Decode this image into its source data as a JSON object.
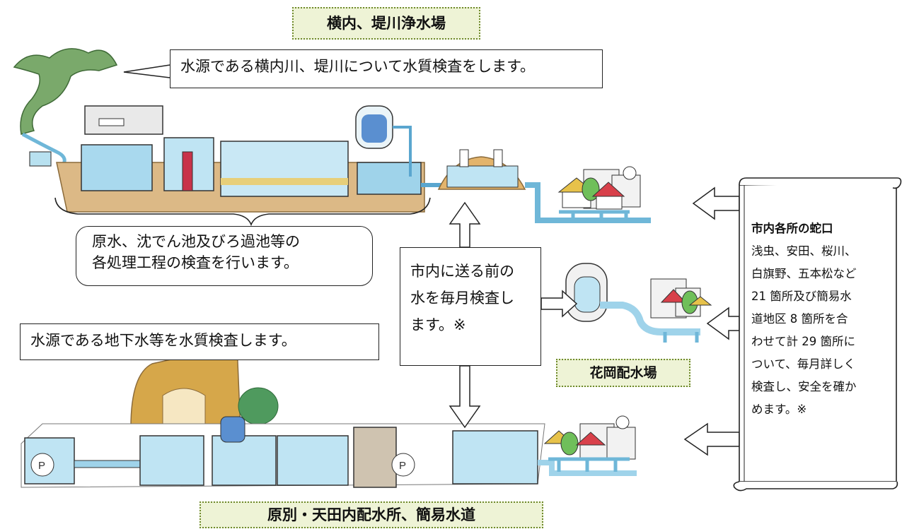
{
  "titles": {
    "top_plant": "横内、堤川浄水場",
    "distribution": "花岡配水場",
    "bottom_plant": "原別・天田内配水所、簡易水道"
  },
  "callouts": {
    "source_river": "水源である横内川、堤川について水質検査をします。",
    "process_line1": "原水、沈でん池及びろ過池等の",
    "process_line2": "各処理工程の検査を行います。",
    "monthly_line1": "市内に送る前の",
    "monthly_line2": "水を毎月検査し",
    "monthly_line3": "ます。※",
    "groundwater": "水源である地下水等を水質検査します。"
  },
  "taps": {
    "heading": "市内各所の蛇口",
    "lines": [
      "浅虫、安田、桜川、",
      "白旗野、五本松など",
      "21 箇所及び簡易水",
      "道地区 8 箇所を合",
      "わせて計 29 箇所に",
      "ついて、毎月詳しく",
      "検査し、安全を確か",
      "めます。※"
    ]
  },
  "colors": {
    "water": "#9fd3ea",
    "water_dark": "#5aa6cf",
    "building": "#e6e6e6",
    "soil": "#d9b27a",
    "title_bg": "#eef3d6",
    "title_border": "#6f8a2c",
    "tree": "#4f9a5e",
    "roof_red": "#d8404a",
    "roof_yellow": "#e7c24a"
  }
}
